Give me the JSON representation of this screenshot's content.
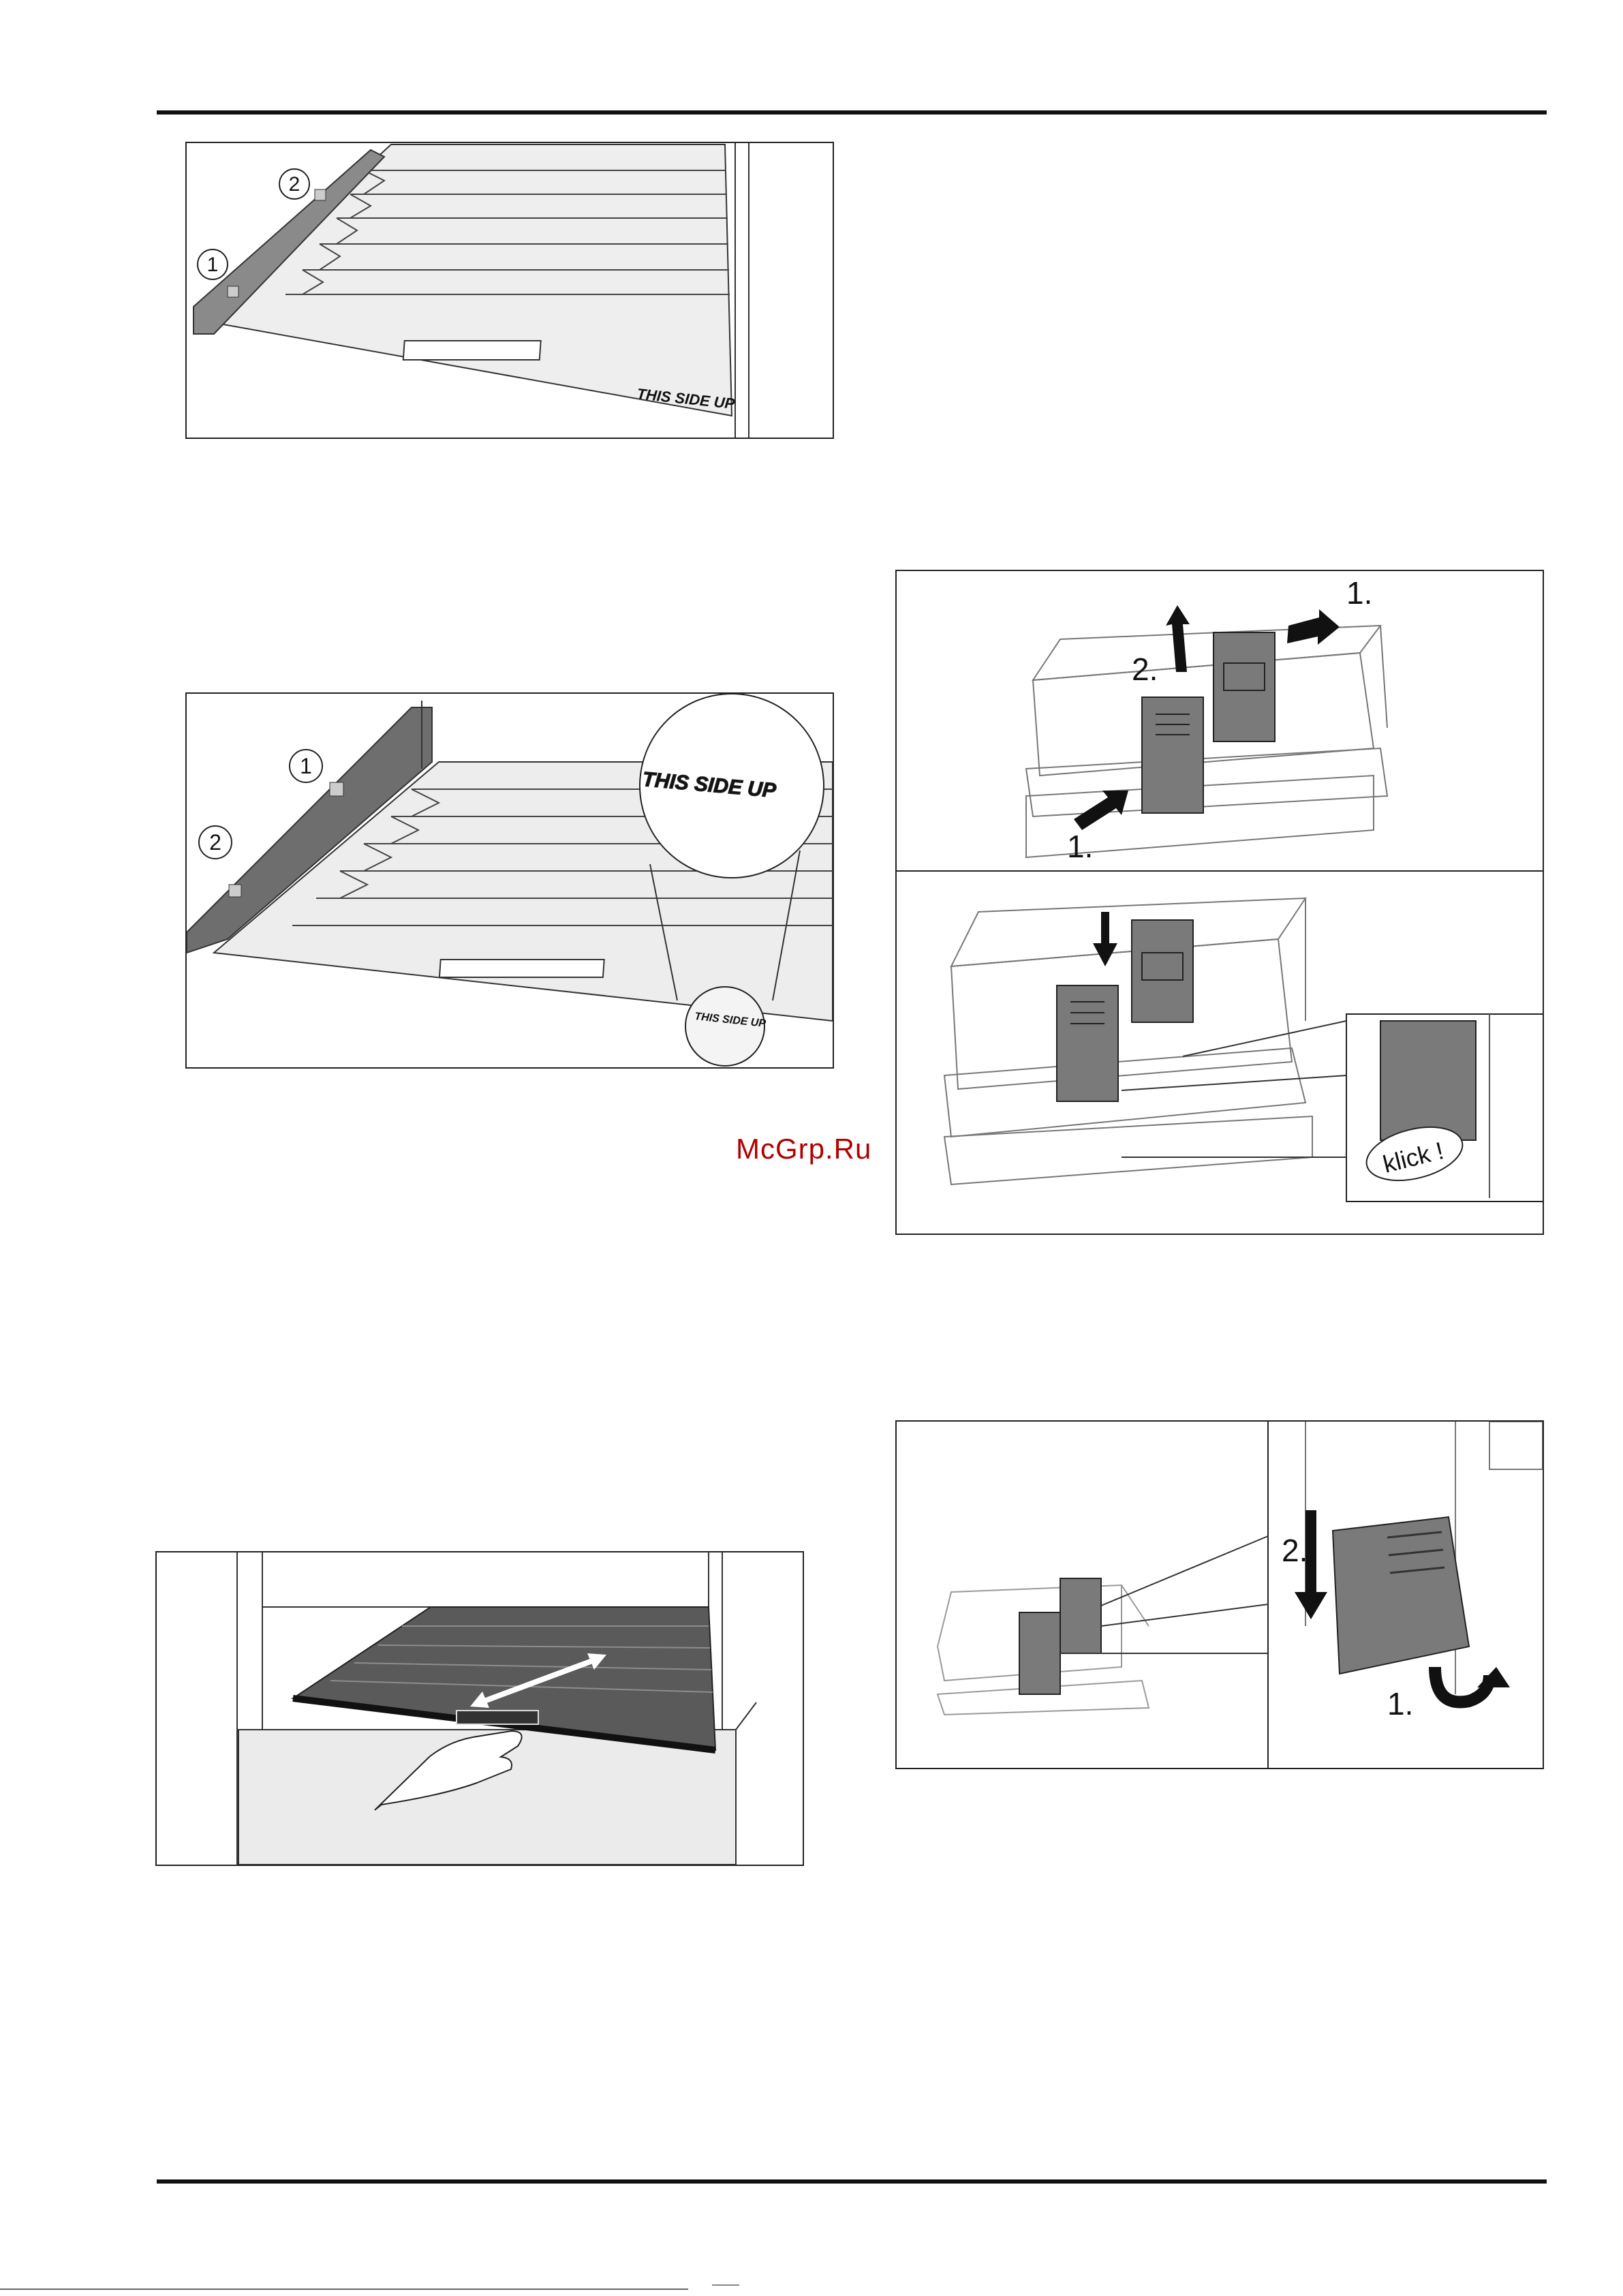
{
  "figures": {
    "fig1": {
      "callout_1": "1",
      "callout_2": "2",
      "shelf_text": "THIS SIDE UP"
    },
    "fig2": {
      "callout_1": "1",
      "callout_2": "2",
      "magnifier_text": "THIS SIDE UP",
      "shelf_text": "THIS SIDE UP"
    },
    "fig4a": {
      "step_1_left": "1.",
      "step_1_right": "1.",
      "step_2": "2."
    },
    "fig4b": {
      "klick_label": "klick !"
    },
    "fig5": {
      "step_1": "1.",
      "step_2": "2."
    }
  },
  "watermark": "McGrp.Ru",
  "colors": {
    "rule": "#111111",
    "part_gray": "#7a7a7a",
    "shelf_dark": "#5a5a5a",
    "watermark": "#b30000"
  }
}
